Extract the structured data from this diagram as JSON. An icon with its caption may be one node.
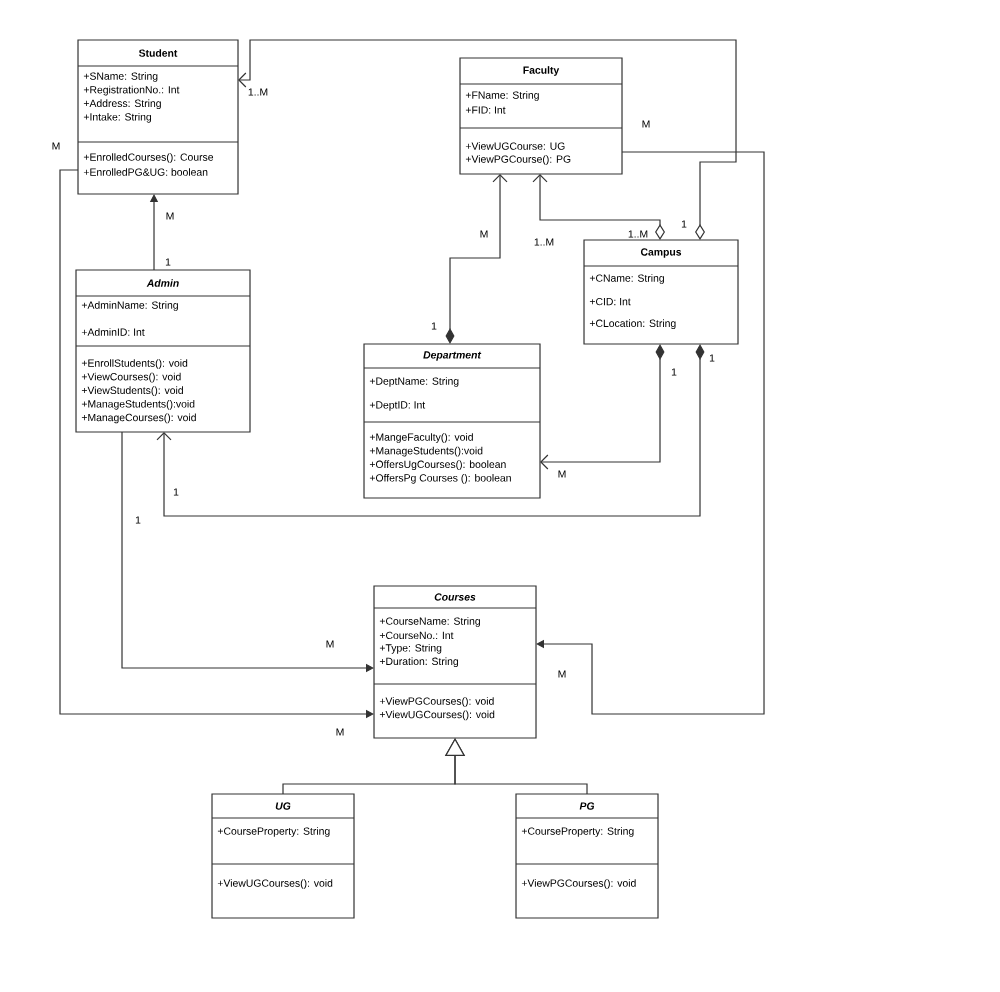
{
  "diagram": {
    "nodes": [
      {
        "text": [
          "Student",
          "+SName: String",
          "+RegistrationNo.: Int",
          "+Address: String",
          "+Intake: String",
          "+EnrolledCourses(): Course",
          "+EnrolledPG&UG: boolean"
        ]
      },
      {
        "text": [
          "Faculty",
          "+FName: String",
          "+FID: Int",
          "+ViewUGCourse: UG",
          "+ViewPGCourse(): PG"
        ]
      },
      {
        "text": [
          "Campus",
          "+CName: String",
          "+CID: Int",
          "+CLocation: String"
        ]
      },
      {
        "text": [
          "Admin",
          "+AdminName: String",
          "+AdminID: Int",
          "+EnrollStudents(): void",
          "+ViewCourses(): void",
          "+ViewStudents(): void",
          "+ManageStudents():void",
          "+ManageCourses(): void"
        ]
      },
      {
        "text": [
          "Department",
          "+DeptName: String",
          "+DeptID: Int",
          "+MangeFaculty(): void",
          "+ManageStudents():void",
          "+OffersUgCourses(): boolean",
          "+OffersPg Courses (): boolean"
        ]
      },
      {
        "text": [
          "Courses",
          "+CourseName: String",
          "+CourseNo.: Int",
          "+Type: String",
          "+Duration: String",
          "+ViewPGCourses(): void",
          "+ViewUGCourses(): void"
        ]
      },
      {
        "text": [
          "UG",
          "+CourseProperty: String",
          "+ViewUGCourses(): void"
        ]
      },
      {
        "text": [
          "PG",
          "+CourseProperty: String",
          "+ViewPGCourses(): void"
        ]
      }
    ],
    "edges": [
      {
        "from": 2,
        "to": 0,
        "arrow": "to"
      },
      {
        "from": 2,
        "to": 1,
        "arrow": "to"
      },
      {
        "from": 4,
        "to": 1,
        "arrow": "to"
      },
      {
        "from": 3,
        "to": 0,
        "arrow": "to"
      },
      {
        "from": 2,
        "to": 4,
        "arrow": "to"
      },
      {
        "from": 2,
        "to": 3,
        "arrow": "to"
      },
      {
        "from": 0,
        "to": 5,
        "arrow": "to"
      },
      {
        "from": 3,
        "to": 5,
        "arrow": "to"
      },
      {
        "from": 1,
        "to": 5,
        "arrow": "to"
      },
      {
        "from": 6,
        "to": 5,
        "arrow": "to"
      },
      {
        "from": 7,
        "to": 5,
        "arrow": "to"
      }
    ],
    "labels": [
      "1..M",
      "M",
      "M",
      "M",
      "1",
      "M",
      "1..M",
      "1..M",
      "1",
      "1",
      "1",
      "1",
      "M",
      "1",
      "1",
      "M",
      "M",
      "M"
    ]
  }
}
